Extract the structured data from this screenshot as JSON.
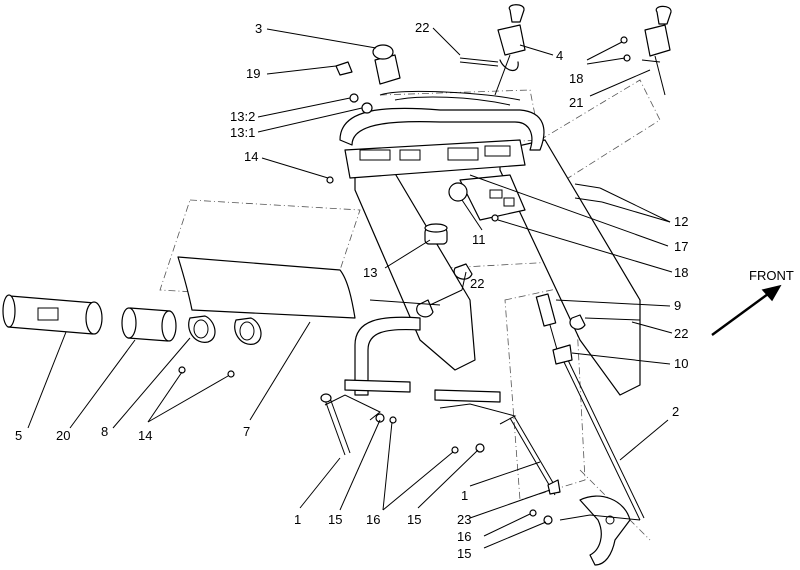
{
  "direction_label": "FRONT",
  "callouts": [
    "3",
    "22",
    "4",
    "19",
    "18",
    "21",
    "13:2",
    "13:1",
    "14",
    "12",
    "17",
    "11",
    "18",
    "13",
    "22",
    "9",
    "22",
    "10",
    "2",
    "5",
    "20",
    "8",
    "14",
    "7",
    "1",
    "15",
    "16",
    "15",
    "1",
    "23",
    "16",
    "15"
  ]
}
